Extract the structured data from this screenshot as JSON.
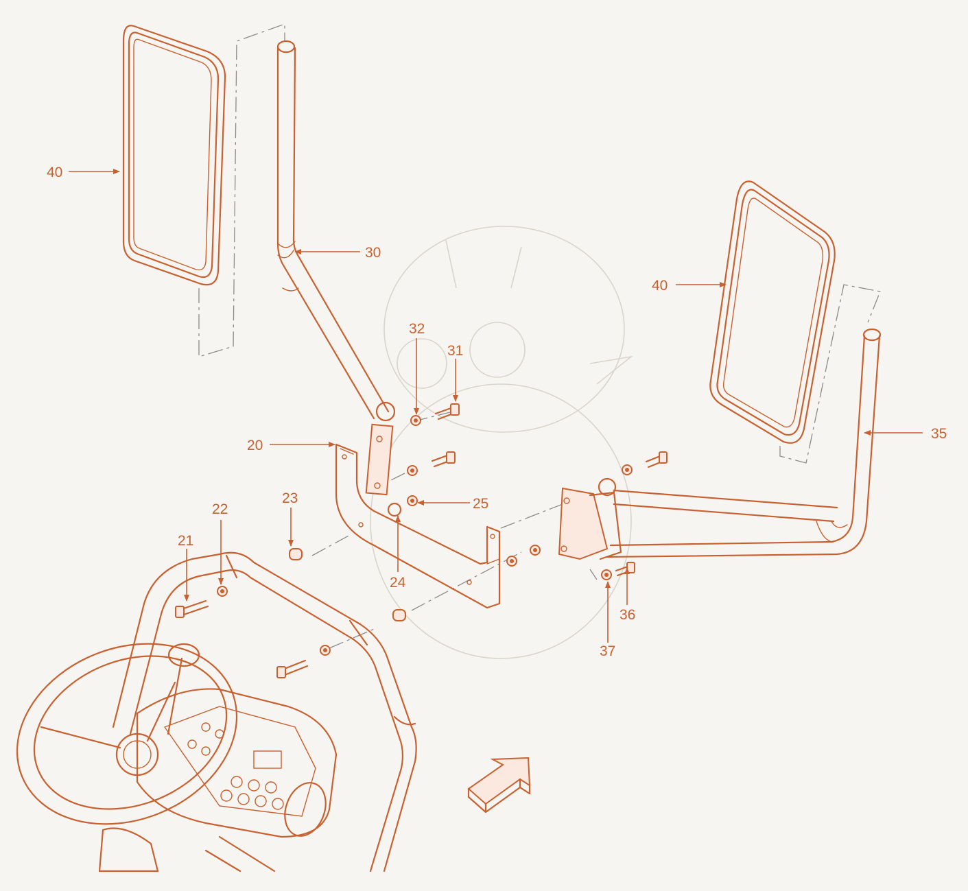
{
  "diagram": {
    "colors": {
      "line": "#c8602f",
      "background": "#f7f5f1",
      "phantom": "#8a8a8a",
      "watermark": "#d9d4cc"
    },
    "callouts": {
      "c40a": "40",
      "c30": "30",
      "c40b": "40",
      "c32": "32",
      "c31": "31",
      "c35": "35",
      "c20": "20",
      "c25": "25",
      "c23": "23",
      "c22": "22",
      "c24": "24",
      "c21": "21",
      "c36": "36",
      "c37": "37"
    },
    "icons": [
      "direction-arrow-icon",
      "steering-wheel",
      "control-panel"
    ]
  }
}
